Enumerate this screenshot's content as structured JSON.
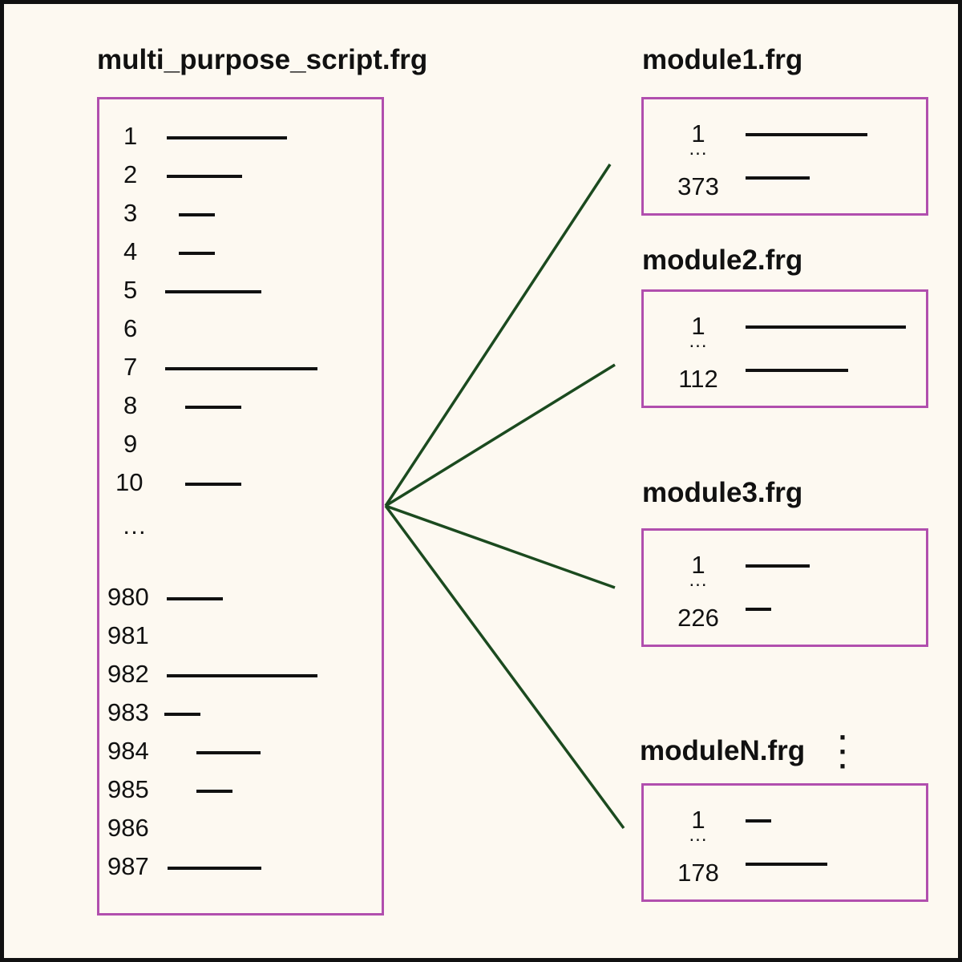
{
  "main_file": {
    "title": "multi_purpose_script.frg",
    "lines_top": [
      {
        "n": "1",
        "len": 150
      },
      {
        "n": "2",
        "len": 94
      },
      {
        "n": "3",
        "len": 45
      },
      {
        "n": "4",
        "len": 45
      },
      {
        "n": "5",
        "len": 120
      },
      {
        "n": "6",
        "len": 0
      },
      {
        "n": "7",
        "len": 190
      },
      {
        "n": "8",
        "len": 70
      },
      {
        "n": "9",
        "len": 0
      },
      {
        "n": "10",
        "len": 70
      }
    ],
    "ellipsis": "…",
    "lines_bottom": [
      {
        "n": "980",
        "len": 70
      },
      {
        "n": "981",
        "len": 0
      },
      {
        "n": "982",
        "len": 188
      },
      {
        "n": "983",
        "len": 45
      },
      {
        "n": "984",
        "len": 80
      },
      {
        "n": "985",
        "len": 45
      },
      {
        "n": "986",
        "len": 0
      },
      {
        "n": "987",
        "len": 117
      }
    ]
  },
  "modules": [
    {
      "title": "module1.frg",
      "first": "1",
      "dots": "...",
      "last": "373",
      "first_len": 152,
      "last_len": 80
    },
    {
      "title": "module2.frg",
      "first": "1",
      "dots": "...",
      "last": "112",
      "first_len": 200,
      "last_len": 128
    },
    {
      "title": "module3.frg",
      "first": "1",
      "dots": "...",
      "last": "226",
      "first_len": 80,
      "last_len": 32
    },
    {
      "title": "moduleN.frg",
      "first": "1",
      "dots": "...",
      "last": "178",
      "first_len": 32,
      "last_len": 102
    }
  ],
  "colors": {
    "box_border": "#b14fae",
    "connector": "#1b4a1f",
    "background": "#fdf9f1",
    "text": "#111111"
  }
}
